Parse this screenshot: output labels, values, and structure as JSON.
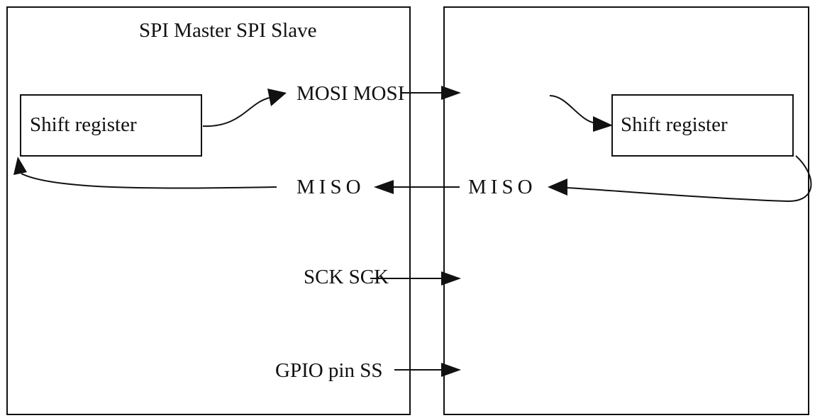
{
  "title": "SPI Master SPI Slave",
  "master": {
    "shift_register": "Shift register"
  },
  "slave": {
    "shift_register": "Shift register"
  },
  "signals": {
    "mosi": "MOSI MOSI",
    "miso_master": "MISO",
    "miso_slave": "MISO",
    "sck": "SCK SCK",
    "ss": "GPIO pin SS"
  }
}
